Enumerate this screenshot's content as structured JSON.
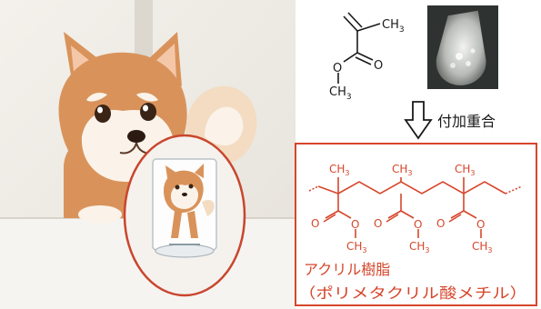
{
  "monomer": {
    "methyl_top": "CH",
    "methyl_top_sub": "3",
    "carbonyl_o": "O",
    "ester_o": "O",
    "methoxy": "CH",
    "methoxy_sub": "3"
  },
  "reaction": {
    "label": "付加重合"
  },
  "polymer": {
    "methyls_top": [
      {
        "text": "CH",
        "sub": "3"
      },
      {
        "text": "CH",
        "sub": "3"
      },
      {
        "text": "CH",
        "sub": "3"
      }
    ],
    "carbonyl_o": [
      "O",
      "O",
      "O"
    ],
    "ester_o": [
      "O",
      "O",
      "O"
    ],
    "methoxys": [
      {
        "text": "CH",
        "sub": "3"
      },
      {
        "text": "CH",
        "sub": "3"
      },
      {
        "text": "CH",
        "sub": "3"
      }
    ],
    "name_line1": "アクリル樹脂",
    "name_line2": "（ポリメタクリル酸メチル）"
  },
  "colors": {
    "red": "#d6462b",
    "black": "#1a1a1a",
    "dog_orange": "#d9935a",
    "wall": "#ece8e2"
  },
  "icons": [
    "shiba-dog-illustration",
    "acrylic-stand-figure",
    "pellet-bottle-photo",
    "down-arrow-icon"
  ]
}
